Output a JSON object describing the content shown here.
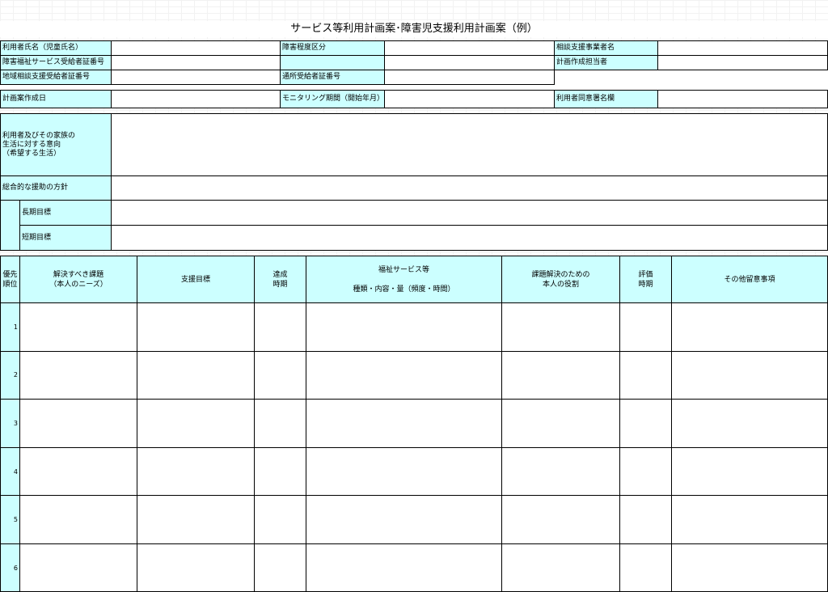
{
  "title": "サービス等利用計画案･障害児支援利用計画案（例）",
  "info": {
    "user_name": "利用者氏名（児童氏名）",
    "disability_level": "障害程度区分",
    "consult_provider": "相談支援事業者名",
    "welfare_cert": "障害福祉サービス受給者証番号",
    "plan_staff": "計画作成担当者",
    "regional_cert": "地域相談支援受給者証番号",
    "daycare_cert": "通所受給者証番号",
    "plan_date": "計画案作成日",
    "monitoring": "モニタリング期間（開始年月）",
    "consent": "利用者同意署名欄"
  },
  "intent": {
    "label": "利用者及びその家族の\n生活に対する意向\n（希望する生活）",
    "policy": "総合的な援助の方針",
    "long_term": "長期目標",
    "short_term": "短期目標"
  },
  "table": {
    "headers": {
      "priority": "優先\n順位",
      "issue": "解決すべき課題\n（本人のニーズ）",
      "goal": "支援目標",
      "period": "達成\n時期",
      "service": "福祉サービス等\n\n種類・内容・量（頻度・時間）",
      "role": "課題解決のための\n本人の役割",
      "evaluation": "評価\n時期",
      "notes": "その他留意事項"
    },
    "rows": [
      "1",
      "2",
      "3",
      "4",
      "5",
      "6"
    ]
  }
}
